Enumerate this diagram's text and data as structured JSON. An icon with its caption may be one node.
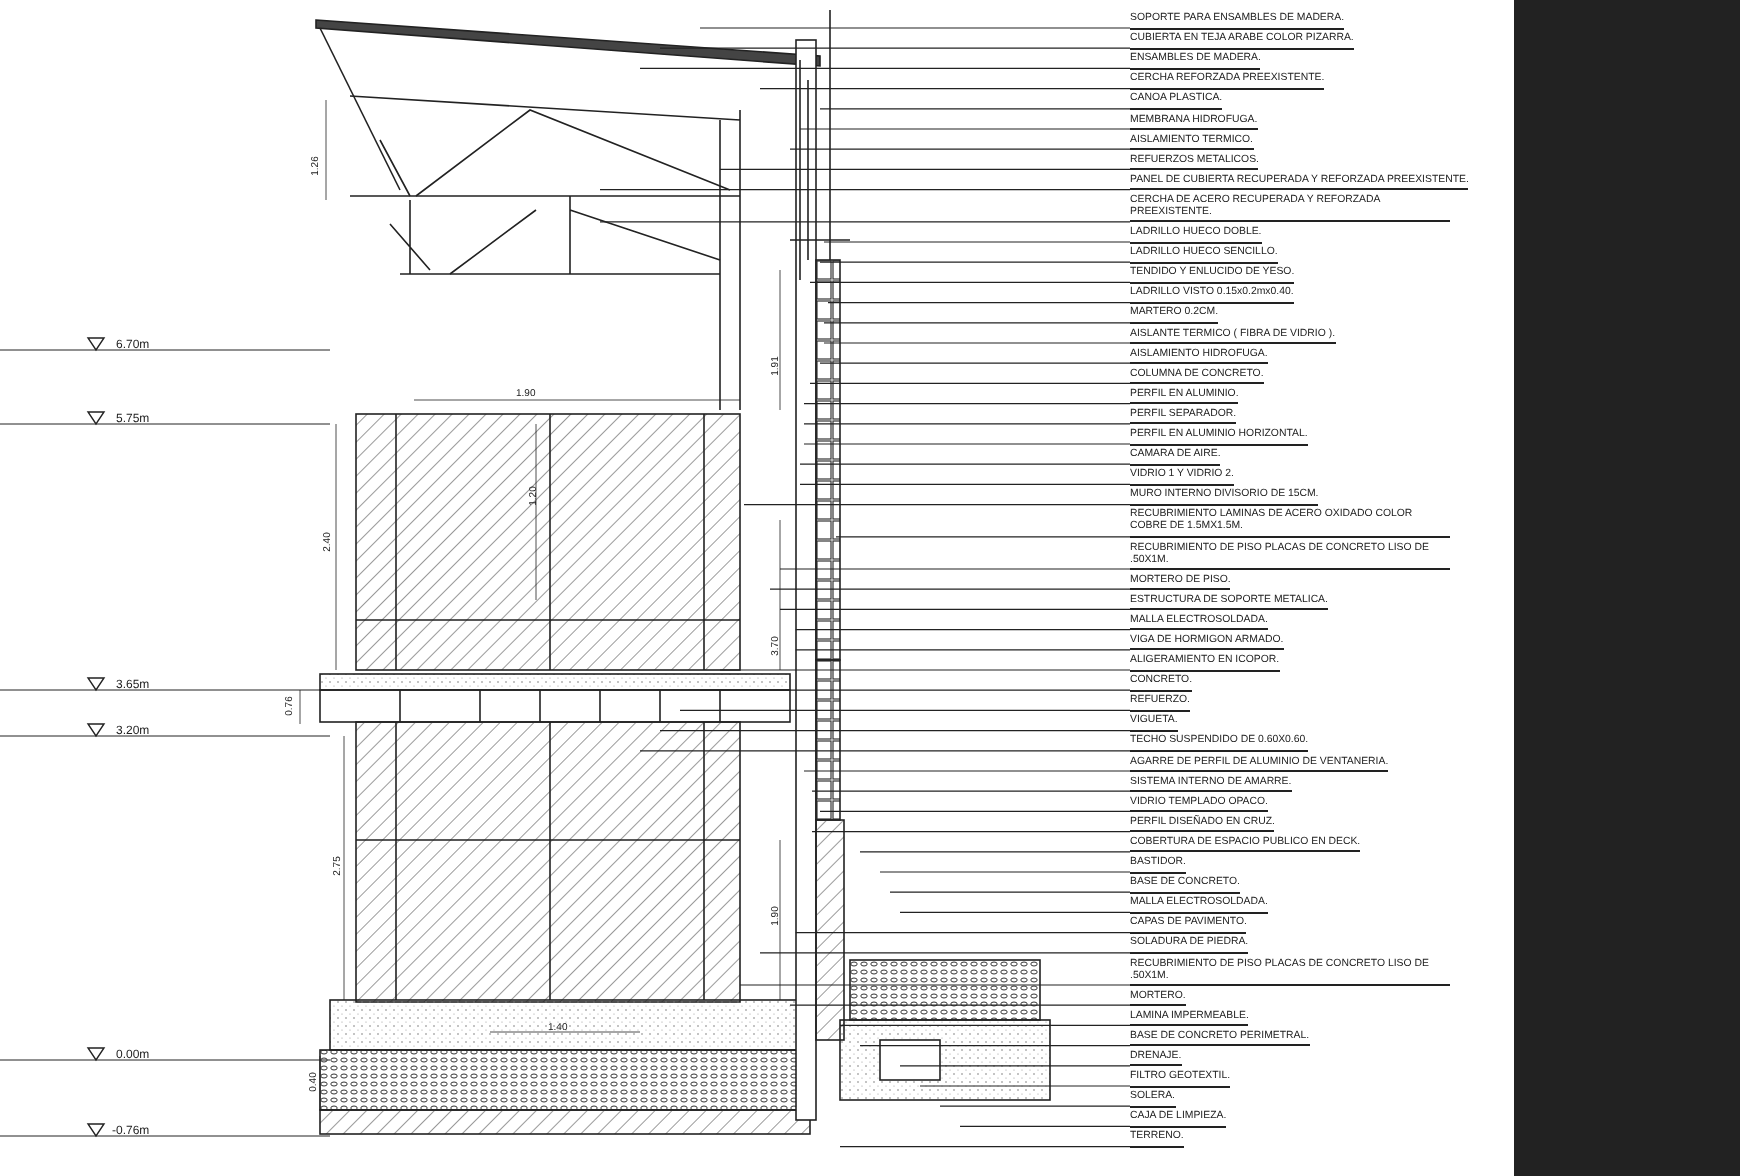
{
  "diagram": {
    "nodes": [
      {
        "text": [
          "SOPORTE PARA ENSAMBLES DE MADERA."
        ]
      },
      {
        "text": [
          "CUBIERTA EN TEJA ARABE COLOR PIZARRA."
        ]
      },
      {
        "text": [
          "ENSAMBLES DE MADERA."
        ]
      },
      {
        "text": [
          "CERCHA REFORZADA PREEXISTENTE."
        ]
      },
      {
        "text": [
          "CANOA PLASTICA."
        ]
      },
      {
        "text": [
          "MEMBRANA HIDROFUGA."
        ]
      },
      {
        "text": [
          "AISLAMIENTO TERMICO."
        ]
      },
      {
        "text": [
          "REFUERZOS METALICOS."
        ]
      },
      {
        "text": [
          "PANEL DE CUBIERTA RECUPERADA Y REFORZADA PREEXISTENTE."
        ]
      },
      {
        "text": [
          "CERCHA DE ACERO RECUPERADA Y REFORZADA PREEXISTENTE."
        ]
      },
      {
        "text": [
          "LADRILLO HUECO DOBLE."
        ]
      },
      {
        "text": [
          "LADRILLO HUECO SENCILLO."
        ]
      },
      {
        "text": [
          "TENDIDO Y ENLUCIDO DE YESO."
        ]
      },
      {
        "text": [
          "LADRILLO VISTO 0.15x0.2mx0.40."
        ]
      },
      {
        "text": [
          "MARTERO 0.2CM."
        ]
      },
      {
        "text": [
          "AISLANTE TERMICO ( FIBRA DE VIDRIO )."
        ]
      },
      {
        "text": [
          "AISLAMIENTO HIDROFUGA."
        ]
      },
      {
        "text": [
          "COLUMNA DE CONCRETO."
        ]
      },
      {
        "text": [
          "PERFIL EN ALUMINIO."
        ]
      },
      {
        "text": [
          "PERFIL SEPARADOR."
        ]
      },
      {
        "text": [
          "PERFIL EN ALUMINIO HORIZONTAL."
        ]
      },
      {
        "text": [
          "CAMARA DE AIRE."
        ]
      },
      {
        "text": [
          "VIDRIO 1 Y VIDRIO 2."
        ]
      },
      {
        "text": [
          "MURO INTERNO DIVISORIO DE 15CM."
        ]
      },
      {
        "text": [
          "RECUBRIMIENTO LAMINAS DE ACERO OXIDADO COLOR COBRE DE 1.5MX1.5M."
        ]
      },
      {
        "text": [
          "RECUBRIMIENTO DE PISO PLACAS DE CONCRETO LISO DE .50X1M."
        ]
      },
      {
        "text": [
          "MORTERO DE PISO."
        ]
      },
      {
        "text": [
          "ESTRUCTURA DE SOPORTE METALICA."
        ]
      },
      {
        "text": [
          "MALLA ELECTROSOLDADA."
        ]
      },
      {
        "text": [
          "VIGA DE HORMIGON ARMADO."
        ]
      },
      {
        "text": [
          "ALIGERAMIENTO EN ICOPOR."
        ]
      },
      {
        "text": [
          "CONCRETO."
        ]
      },
      {
        "text": [
          "REFUERZO."
        ]
      },
      {
        "text": [
          "VIGUETA."
        ]
      },
      {
        "text": [
          "TECHO SUSPENDIDO DE 0.60X0.60."
        ]
      },
      {
        "text": [
          "AGARRE DE PERFIL DE ALUMINIO DE VENTANERIA."
        ]
      },
      {
        "text": [
          "SISTEMA INTERNO DE AMARRE."
        ]
      },
      {
        "text": [
          "VIDRIO TEMPLADO OPACO."
        ]
      },
      {
        "text": [
          "PERFIL DISEÑADO EN CRUZ."
        ]
      },
      {
        "text": [
          "COBERTURA DE ESPACIO PUBLICO EN DECK."
        ]
      },
      {
        "text": [
          "BASTIDOR."
        ]
      },
      {
        "text": [
          "BASE DE CONCRETO."
        ]
      },
      {
        "text": [
          "MALLA ELECTROSOLDADA."
        ]
      },
      {
        "text": [
          "CAPAS DE PAVIMENTO."
        ]
      },
      {
        "text": [
          "SOLADURA DE PIEDRA."
        ]
      },
      {
        "text": [
          "RECUBRIMIENTO DE PISO PLACAS DE CONCRETO LISO DE .50X1M."
        ]
      },
      {
        "text": [
          "MORTERO."
        ]
      },
      {
        "text": [
          "LAMINA IMPERMEABLE."
        ]
      },
      {
        "text": [
          "BASE DE CONCRETO PERIMETRAL."
        ]
      },
      {
        "text": [
          "DRENAJE."
        ]
      },
      {
        "text": [
          "FILTRO GEOTEXTIL."
        ]
      },
      {
        "text": [
          "SOLERA."
        ]
      },
      {
        "text": [
          "CAJA DE LIMPIEZA."
        ]
      },
      {
        "text": [
          "TERRENO."
        ]
      }
    ],
    "edges": [
      {
        "from": 0,
        "to": null,
        "arrow": "none"
      },
      {
        "from": 1,
        "to": null,
        "arrow": "none"
      },
      {
        "from": 2,
        "to": null,
        "arrow": "none"
      },
      {
        "from": 3,
        "to": null,
        "arrow": "none"
      },
      {
        "from": 4,
        "to": null,
        "arrow": "none"
      },
      {
        "from": 5,
        "to": null,
        "arrow": "none"
      },
      {
        "from": 6,
        "to": null,
        "arrow": "none"
      },
      {
        "from": 7,
        "to": null,
        "arrow": "none"
      },
      {
        "from": 8,
        "to": null,
        "arrow": "none"
      },
      {
        "from": 9,
        "to": null,
        "arrow": "none"
      },
      {
        "from": 10,
        "to": null,
        "arrow": "none"
      },
      {
        "from": 11,
        "to": null,
        "arrow": "none"
      },
      {
        "from": 12,
        "to": null,
        "arrow": "none"
      },
      {
        "from": 13,
        "to": null,
        "arrow": "none"
      },
      {
        "from": 14,
        "to": null,
        "arrow": "none"
      },
      {
        "from": 15,
        "to": null,
        "arrow": "none"
      },
      {
        "from": 16,
        "to": null,
        "arrow": "none"
      },
      {
        "from": 17,
        "to": null,
        "arrow": "none"
      },
      {
        "from": 18,
        "to": null,
        "arrow": "none"
      },
      {
        "from": 19,
        "to": null,
        "arrow": "none"
      },
      {
        "from": 20,
        "to": null,
        "arrow": "none"
      },
      {
        "from": 21,
        "to": null,
        "arrow": "none"
      },
      {
        "from": 22,
        "to": null,
        "arrow": "none"
      },
      {
        "from": 23,
        "to": null,
        "arrow": "none"
      },
      {
        "from": 24,
        "to": null,
        "arrow": "none"
      },
      {
        "from": 25,
        "to": null,
        "arrow": "none"
      },
      {
        "from": 26,
        "to": null,
        "arrow": "none"
      },
      {
        "from": 27,
        "to": null,
        "arrow": "none"
      },
      {
        "from": 28,
        "to": null,
        "arrow": "none"
      },
      {
        "from": 29,
        "to": null,
        "arrow": "none"
      },
      {
        "from": 30,
        "to": null,
        "arrow": "none"
      },
      {
        "from": 31,
        "to": null,
        "arrow": "none"
      },
      {
        "from": 32,
        "to": null,
        "arrow": "none"
      },
      {
        "from": 33,
        "to": null,
        "arrow": "none"
      },
      {
        "from": 34,
        "to": null,
        "arrow": "none"
      },
      {
        "from": 35,
        "to": null,
        "arrow": "none"
      },
      {
        "from": 36,
        "to": null,
        "arrow": "none"
      },
      {
        "from": 37,
        "to": null,
        "arrow": "none"
      },
      {
        "from": 38,
        "to": null,
        "arrow": "none"
      },
      {
        "from": 39,
        "to": null,
        "arrow": "none"
      },
      {
        "from": 40,
        "to": null,
        "arrow": "none"
      },
      {
        "from": 41,
        "to": null,
        "arrow": "none"
      },
      {
        "from": 42,
        "to": null,
        "arrow": "none"
      },
      {
        "from": 43,
        "to": null,
        "arrow": "none"
      },
      {
        "from": 44,
        "to": null,
        "arrow": "none"
      },
      {
        "from": 45,
        "to": null,
        "arrow": "none"
      },
      {
        "from": 46,
        "to": null,
        "arrow": "none"
      },
      {
        "from": 47,
        "to": null,
        "arrow": "none"
      },
      {
        "from": 48,
        "to": null,
        "arrow": "none"
      },
      {
        "from": 49,
        "to": null,
        "arrow": "none"
      },
      {
        "from": 50,
        "to": null,
        "arrow": "none"
      },
      {
        "from": 51,
        "to": null,
        "arrow": "none"
      },
      {
        "from": 52,
        "to": null,
        "arrow": "none"
      },
      {
        "from": 53,
        "to": null,
        "arrow": "none"
      }
    ],
    "labels": [
      "1.26",
      "6.70m",
      "1.91",
      "1.90",
      "5.75m",
      "2.40",
      "1.20",
      "3.70",
      "3.65m",
      "0.76",
      "3.20m",
      "2.75",
      "1.90",
      "1.40",
      "0.00m",
      "0.40",
      "-0.76m"
    ]
  }
}
